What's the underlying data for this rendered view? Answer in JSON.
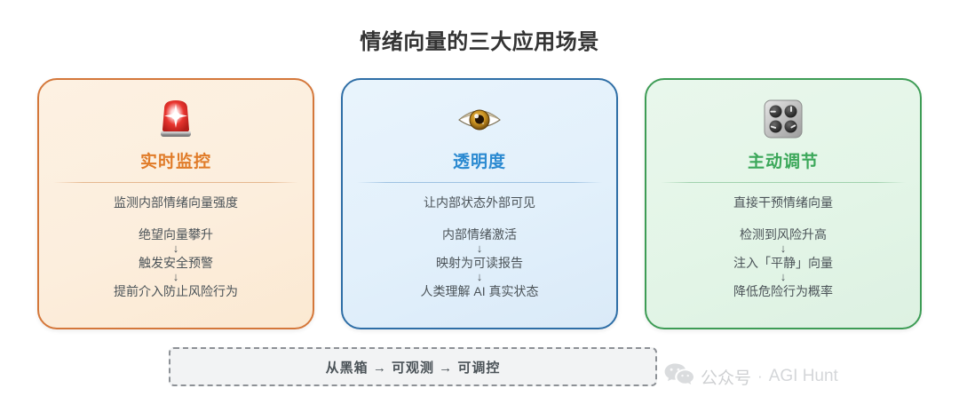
{
  "page": {
    "title": "情绪向量的三大应用场景",
    "background_color": "#ffffff",
    "title_color": "#333333"
  },
  "cards": [
    {
      "id": "realtime-monitoring",
      "icon": "police-car-light-icon",
      "title": "实时监控",
      "accent_color": "#e07b28",
      "border_color": "#d4773a",
      "background_color": "#fceedd",
      "lead": "监测内部情绪向量强度",
      "flow": [
        "绝望向量攀升",
        "触发安全预警",
        "提前介入防止风险行为"
      ],
      "arrow": "↓"
    },
    {
      "id": "transparency",
      "icon": "eye-icon",
      "title": "透明度",
      "accent_color": "#2b8ad1",
      "border_color": "#2e6ea6",
      "background_color": "#e2f0fb",
      "lead": "让内部状态外部可见",
      "flow": [
        "内部情绪激活",
        "映射为可读报告",
        "人类理解 AI 真实状态"
      ],
      "arrow": "↓"
    },
    {
      "id": "active-regulation",
      "icon": "control-knobs-icon",
      "title": "主动调节",
      "accent_color": "#3ca85a",
      "border_color": "#3d9c55",
      "background_color": "#e3f5e7",
      "lead": "直接干预情绪向量",
      "flow": [
        "检测到风险升高",
        "注入「平静」向量",
        "降低危险行为概率"
      ],
      "arrow": "↓"
    }
  ],
  "footer": {
    "text": "从黑箱 → 可观测 → 可调控",
    "border_style": "dashed",
    "border_color": "#8d9196",
    "background_color": "#f2f3f4"
  },
  "watermark": {
    "icon": "wechat-icon",
    "label": "公众号",
    "separator": "·",
    "brand": "AGI Hunt",
    "color": "#8b9096"
  }
}
